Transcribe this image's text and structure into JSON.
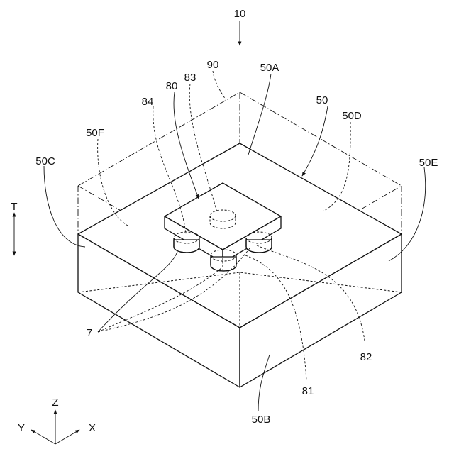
{
  "figure": {
    "labels": {
      "device": "10",
      "cover": "90",
      "top_face": "50A",
      "element_83": "83",
      "element_80": "80",
      "element_84": "84",
      "body": "50",
      "face_d": "50D",
      "face_f": "50F",
      "face_c": "50C",
      "face_e": "50E",
      "bumps": "7",
      "element_82": "82",
      "element_81": "81",
      "face_b": "50B",
      "thickness_dir": "T"
    },
    "axes": {
      "z": "Z",
      "y": "Y",
      "x": "X"
    }
  }
}
